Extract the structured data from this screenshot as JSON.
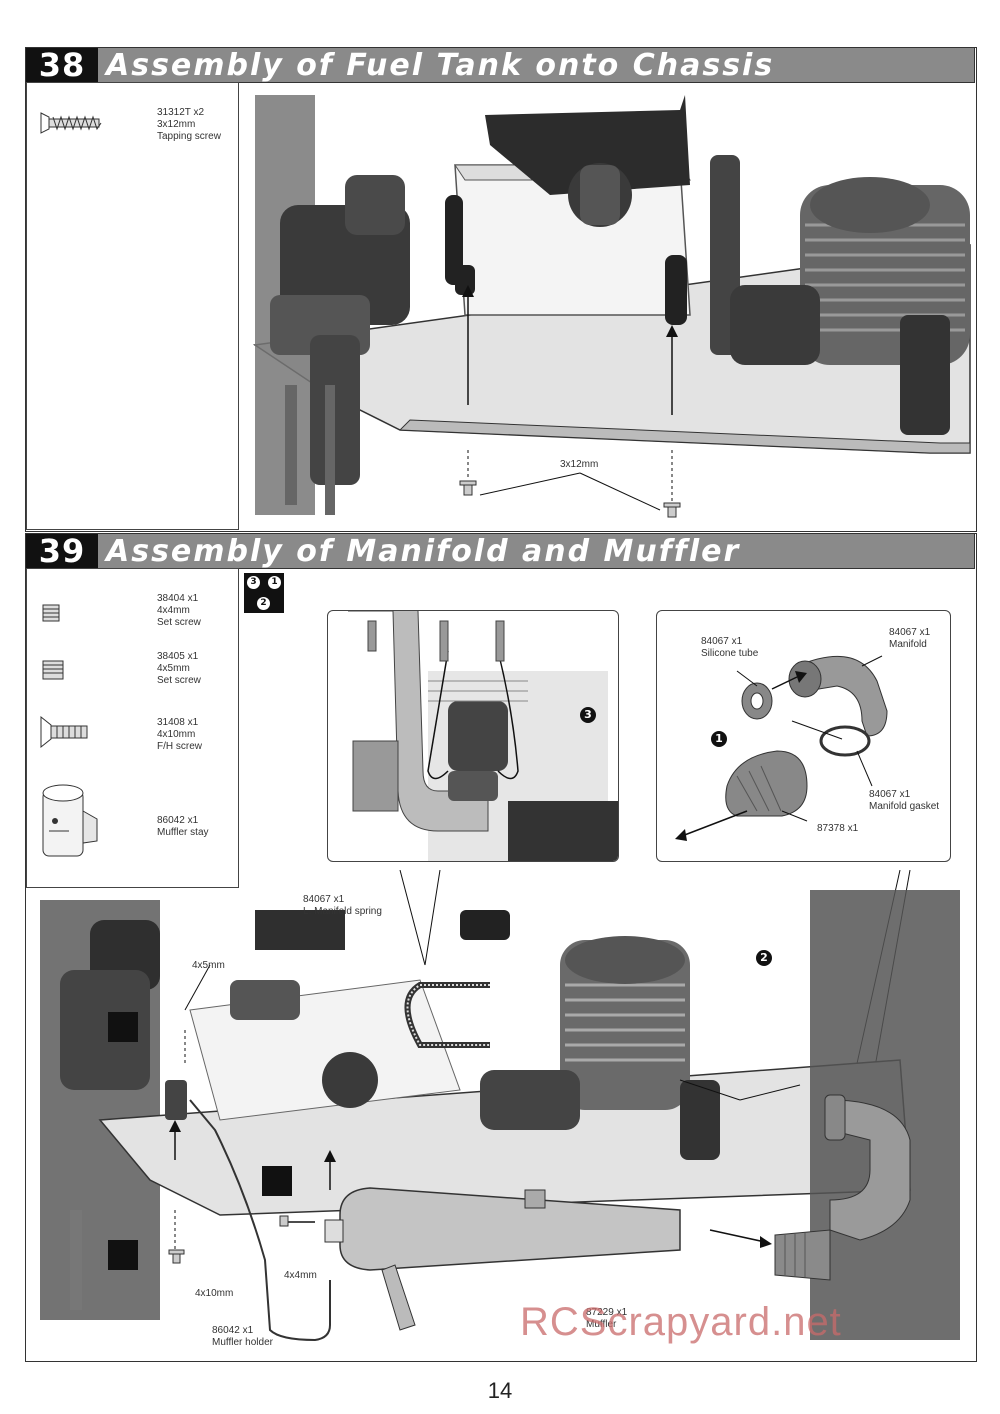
{
  "step38": {
    "number": "38",
    "title": "Assembly of Fuel Tank onto Chassis",
    "parts": [
      {
        "code": "31312T  x2",
        "size": "3x12mm",
        "name": "Tapping  screw"
      }
    ],
    "screw_label": "3x12mm"
  },
  "step39": {
    "number": "39",
    "title": "Assembly of Manifold and Muffler",
    "order_badge": [
      "3",
      "1",
      "2"
    ],
    "parts": [
      {
        "code": "38404  x1",
        "size": "4x4mm",
        "name": "Set screw"
      },
      {
        "code": "38405  x1",
        "size": "4x5mm",
        "name": "Set screw"
      },
      {
        "code": "31408  x1",
        "size": "4x10mm",
        "name": "F/H screw"
      },
      {
        "code": "86042  x1",
        "size": "",
        "name": "Muffler stay"
      }
    ],
    "inset_right": {
      "silicone_code": "84067  x1",
      "silicone_name": "Silicone tube",
      "manifold_code": "84067  x1",
      "manifold_name": "Manifold",
      "gasket_code": "84067  x1",
      "gasket_name": "Manifold gasket",
      "elbow_code": "87378  x1",
      "step_marker": "1"
    },
    "inset_center": {
      "step_marker": "3"
    },
    "main": {
      "spring_code": "84067  x1",
      "spring_name": "L. Manifold spring",
      "screw_4x5": "4x5mm",
      "screw_4x4": "4x4mm",
      "screw_4x10": "4x10mm",
      "holder_code": "86042  x1",
      "holder_name": "Muffler holder",
      "muffler_code": "87229  x1",
      "muffler_name": "Muffler",
      "step_marker": "2"
    }
  },
  "page_number": "14",
  "watermark": "RCScrapyard.net"
}
